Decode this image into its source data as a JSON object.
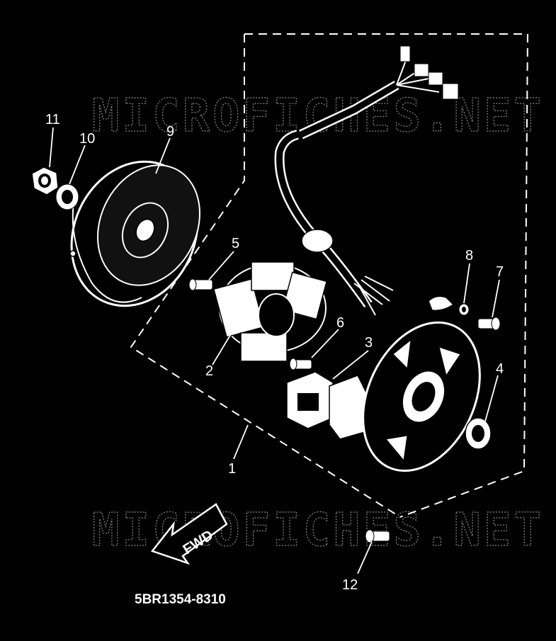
{
  "watermark": {
    "text": "MICROFICHES.NET"
  },
  "drawing_code": "5BR1354-8310",
  "fwd_label": "FWD",
  "callouts": [
    "1",
    "2",
    "3",
    "4",
    "5",
    "6",
    "7",
    "8",
    "9",
    "10",
    "11",
    "12"
  ],
  "colors": {
    "background": "#000000",
    "ink": "#ffffff",
    "watermark": "#8a8a8a"
  }
}
